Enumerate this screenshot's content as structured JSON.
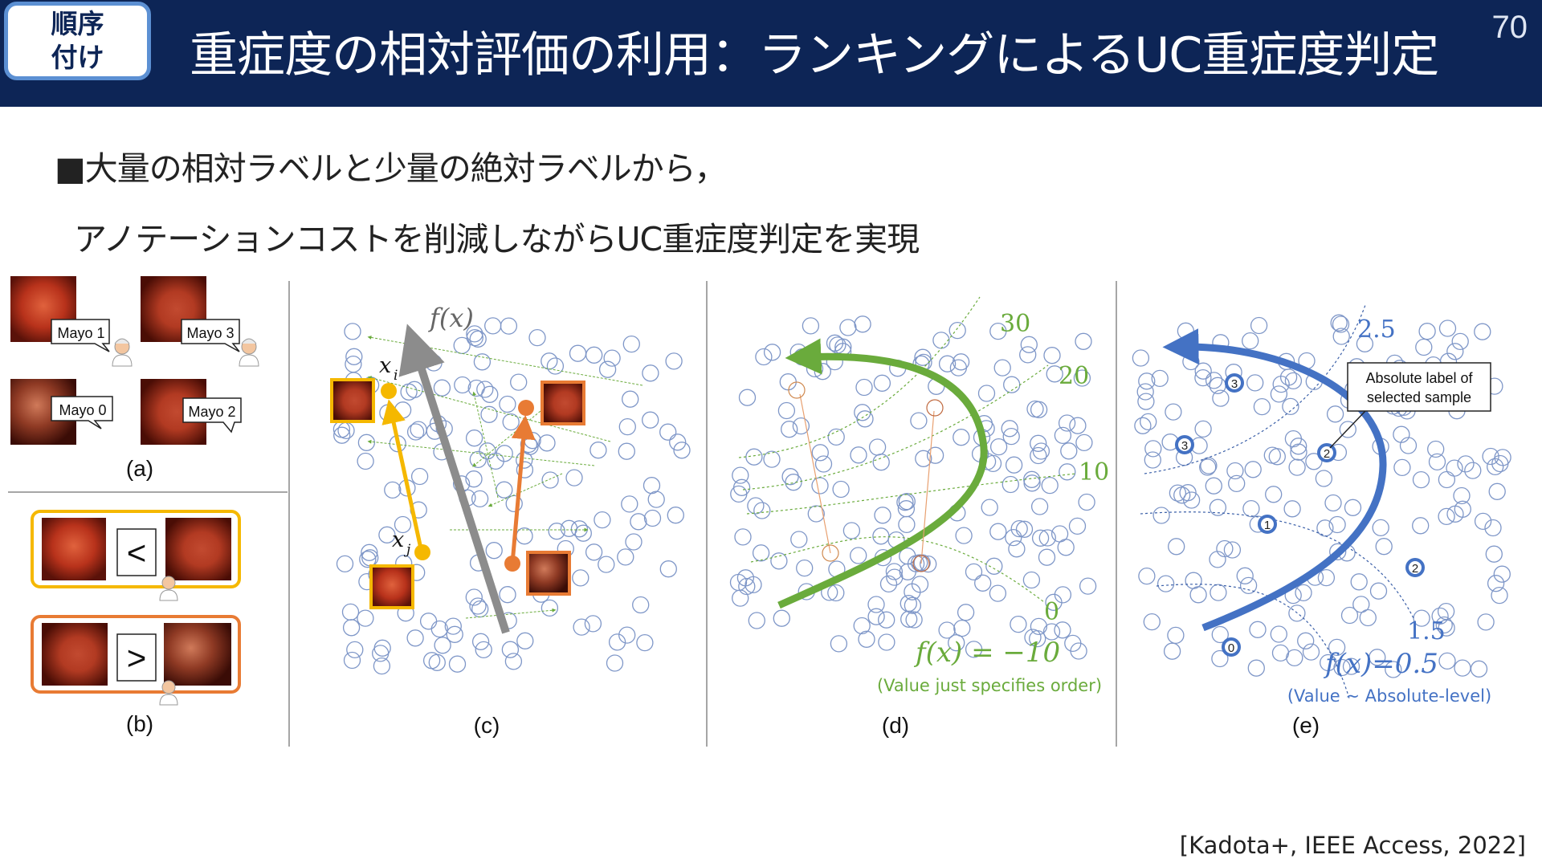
{
  "header": {
    "badge_line1": "順序",
    "badge_line2": "付け",
    "title": "重症度の相対評価の利用：ランキングによるUC重症度判定",
    "page_number": "70"
  },
  "bullets": {
    "line1": "■大量の相対ラベルと少量の絶対ラベルから，",
    "line2": "アノテーションコストを削減しながらUC重症度判定を実現"
  },
  "panel_a": {
    "label": "(a)",
    "callouts": [
      "Mayo 1",
      "Mayo 3",
      "Mayo 0",
      "Mayo 2"
    ]
  },
  "panel_b": {
    "label": "(b)",
    "relation_top": "<",
    "relation_bottom": ">"
  },
  "panel_c": {
    "label": "(c)",
    "function_label": "f(x)",
    "xi_label": "x",
    "xi_sub": "i",
    "xj_label": "x",
    "xj_sub": "j"
  },
  "panel_d": {
    "label": "(d)",
    "contours": [
      "30",
      "20",
      "10",
      "0"
    ],
    "fx_label": "f(x) = −10",
    "note": "(Value just specifies order)"
  },
  "panel_e": {
    "label": "(e)",
    "contours": [
      "2.5",
      "1.5"
    ],
    "callout_line1": "Absolute label of",
    "callout_line2": "selected sample",
    "fx_label": "f(x)=0.5",
    "note": "(Value ~ Absolute-level)",
    "samples": [
      "3",
      "3",
      "2",
      "1",
      "2",
      "0"
    ]
  },
  "citation": "[Kadota+, IEEE Access, 2022]",
  "colors": {
    "header_bg": "#0d2556",
    "badge_border": "#5c90d3",
    "yellow": "#f5b800",
    "orange": "#e87b34",
    "gray_arrow": "#8c8c8c",
    "green": "#6aab3c",
    "blue": "#4472c4",
    "circle_stroke": "#7f97c8"
  }
}
